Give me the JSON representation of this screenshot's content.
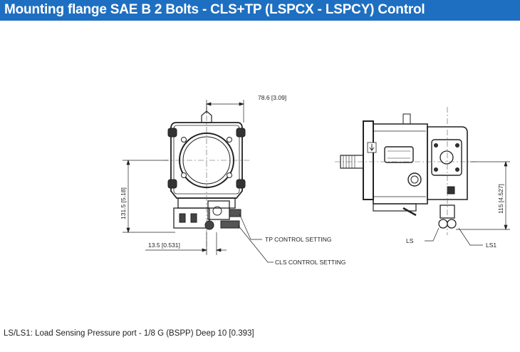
{
  "title": "Mounting flange SAE B 2 Bolts - CLS+TP (LSPCX - LSPCY) Control",
  "dimensions": {
    "top_width": "78.6 [3.09]",
    "left_height": "131.5 [5.18]",
    "bottom_offset": "13.5 [0.531]",
    "right_height": "115 [4.527]"
  },
  "callouts": {
    "tp": "TP CONTROL SETTING",
    "cls": "CLS CONTROL SETTING",
    "ls": "LS",
    "ls1": "LS1"
  },
  "footnote": "LS/LS1: Load Sensing Pressure port - 1/8 G (BSPP) Deep 10 [0.393]",
  "colors": {
    "title_bar": "#1e6fc1",
    "title_text": "#ffffff"
  }
}
